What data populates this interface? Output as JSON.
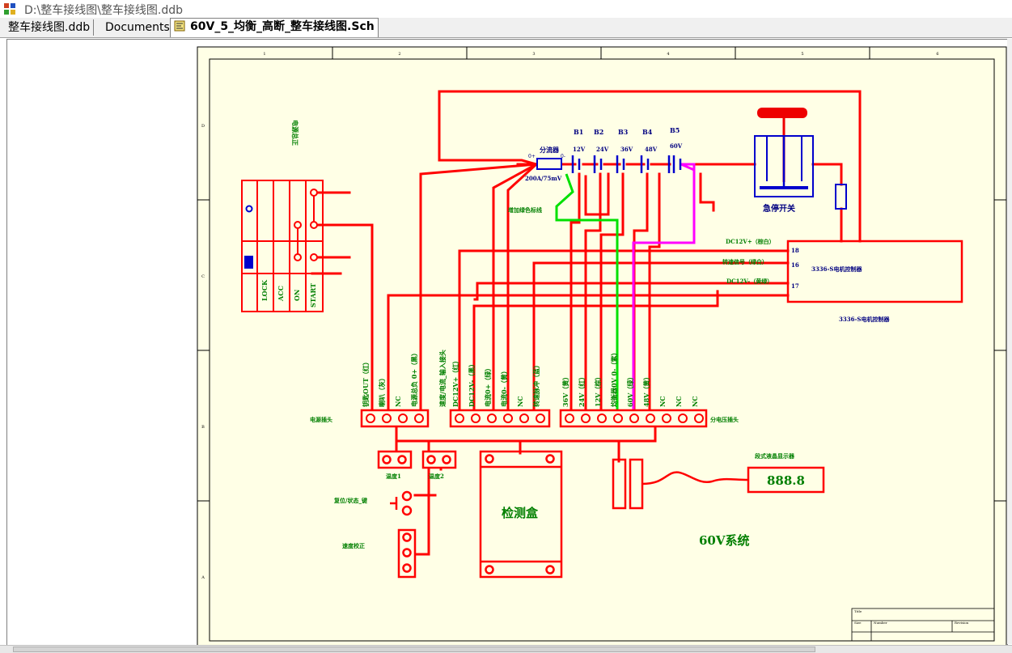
{
  "window": {
    "title": "D:\\整车接线图\\整车接线图.ddb"
  },
  "tabs": [
    {
      "label": "整车接线图.ddb"
    },
    {
      "label": "Documents"
    },
    {
      "label": "60V_5_均衡_高断_整车接线图.Sch"
    }
  ],
  "schematic": {
    "shunt_label": "分流器",
    "shunt_spec": "200A/75mV",
    "shunt_plus": "0+",
    "shunt_minus": "0-",
    "batteries": [
      {
        "name": "B1",
        "voltage": "12V"
      },
      {
        "name": "B2",
        "voltage": "24V"
      },
      {
        "name": "B3",
        "voltage": "36V"
      },
      {
        "name": "B4",
        "voltage": "48V"
      },
      {
        "name": "B5",
        "voltage": "60V"
      }
    ],
    "green_note": "增加绿色标线",
    "key_switch_title": "电源总正",
    "key_positions": [
      "LOCK",
      "ACC",
      "ON",
      "START"
    ],
    "estop_label": "急停开关",
    "controller_name": "3336-S电机控制器",
    "controller_caption": "3336-S电机控制器",
    "controller_pins": [
      {
        "pin": "18",
        "signal": "DC12V+（棕白）"
      },
      {
        "pin": "16",
        "signal": "转速信号（绿白）"
      },
      {
        "pin": "17",
        "signal": "DC12V-（黄绿）"
      }
    ],
    "terminal_groups": [
      {
        "name": "电源插头",
        "labels": [
          "钥匙OUT（红）",
          "喇叭（灰）",
          "NC",
          "电源总负 0+（黑）"
        ]
      },
      {
        "name": "",
        "labels": [
          "速度/电流_输入接头",
          "DC12V+（红）",
          "DC12V-（黑）",
          "电流0+（绿）",
          "电流0-（黄）",
          "NC",
          "转速脉冲（蓝）"
        ]
      },
      {
        "name": "分电压插头",
        "labels": [
          "36V（黄）",
          "24V（红）",
          "12V（棕）",
          "均衡器0V 0-（紫）",
          "60V（绿）",
          "48V（黄）",
          "NC",
          "NC",
          "NC"
        ]
      }
    ],
    "temp1": "温度1",
    "temp2": "温度2",
    "reset_label": "复位/状态_键",
    "speed_label": "速度校正",
    "test_box": "检测盒",
    "lcd_label": "段式液晶显示器",
    "lcd_value": "888.8",
    "system_label": "60V系统",
    "border_cols": [
      "1",
      "2",
      "3",
      "4",
      "5",
      "6"
    ],
    "border_rows": [
      "D",
      "C",
      "B",
      "A"
    ],
    "title_block": {
      "title": "Title",
      "size": "Size",
      "number": "Number",
      "revision": "Revision"
    }
  },
  "colors": {
    "wire": "#ff0000",
    "green_wire": "#00e000",
    "magenta_wire": "#ff00ff",
    "blue_part": "#0000cc",
    "label_green": "#007f00",
    "label_navy": "#000080",
    "sheet_bg": "#ffffe6"
  }
}
